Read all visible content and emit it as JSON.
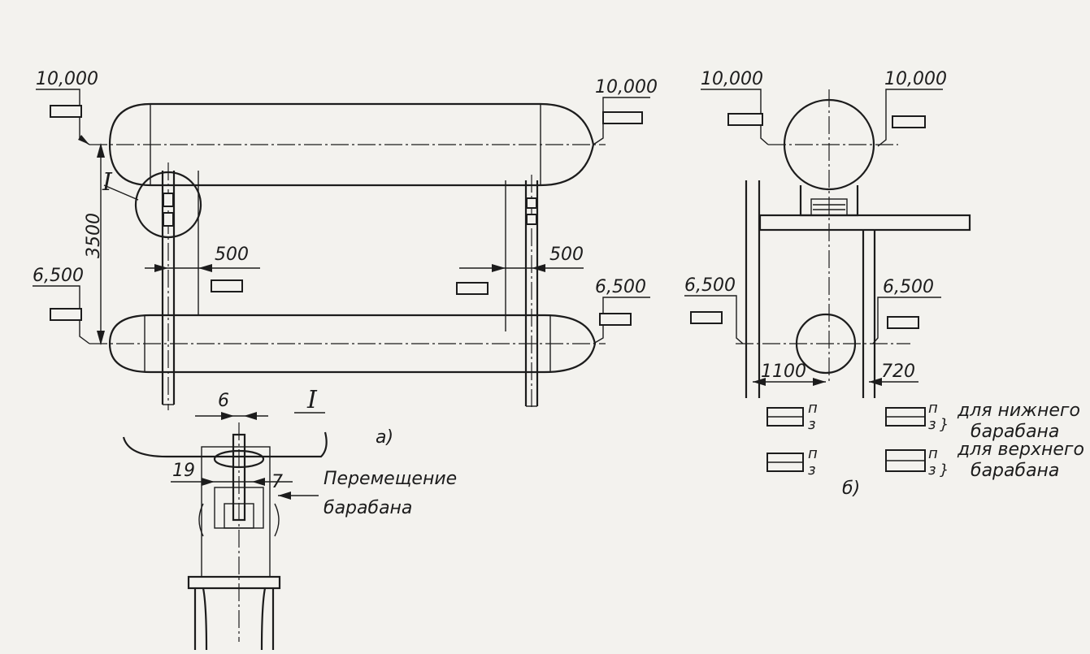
{
  "side_view": {
    "level_top_left": "10,000",
    "level_top_right": "10,000",
    "level_bottom_left": "6,500",
    "level_bottom_right": "6,500",
    "dim_height": "3500",
    "dim_left_offset": "500",
    "dim_right_offset": "500",
    "detail_mark": "I",
    "caption": "а)"
  },
  "detail": {
    "title": "I",
    "dim_gap": "6",
    "dim_left": "19",
    "dim_right": "7",
    "note_line1": "Перемещение",
    "note_line2": "барабана"
  },
  "end_view": {
    "level_top_left": "10,000",
    "level_top_right": "10,000",
    "level_bottom_left": "6,500",
    "level_bottom_right": "6,500",
    "dim_left": "1100",
    "dim_right": "720",
    "caption": "б)",
    "legend": {
      "p": "п",
      "z": "з",
      "lower_line1": "для нижнего",
      "lower_line2": "барабана",
      "upper_line1": "для верхнего",
      "upper_line2": "барабана"
    }
  }
}
